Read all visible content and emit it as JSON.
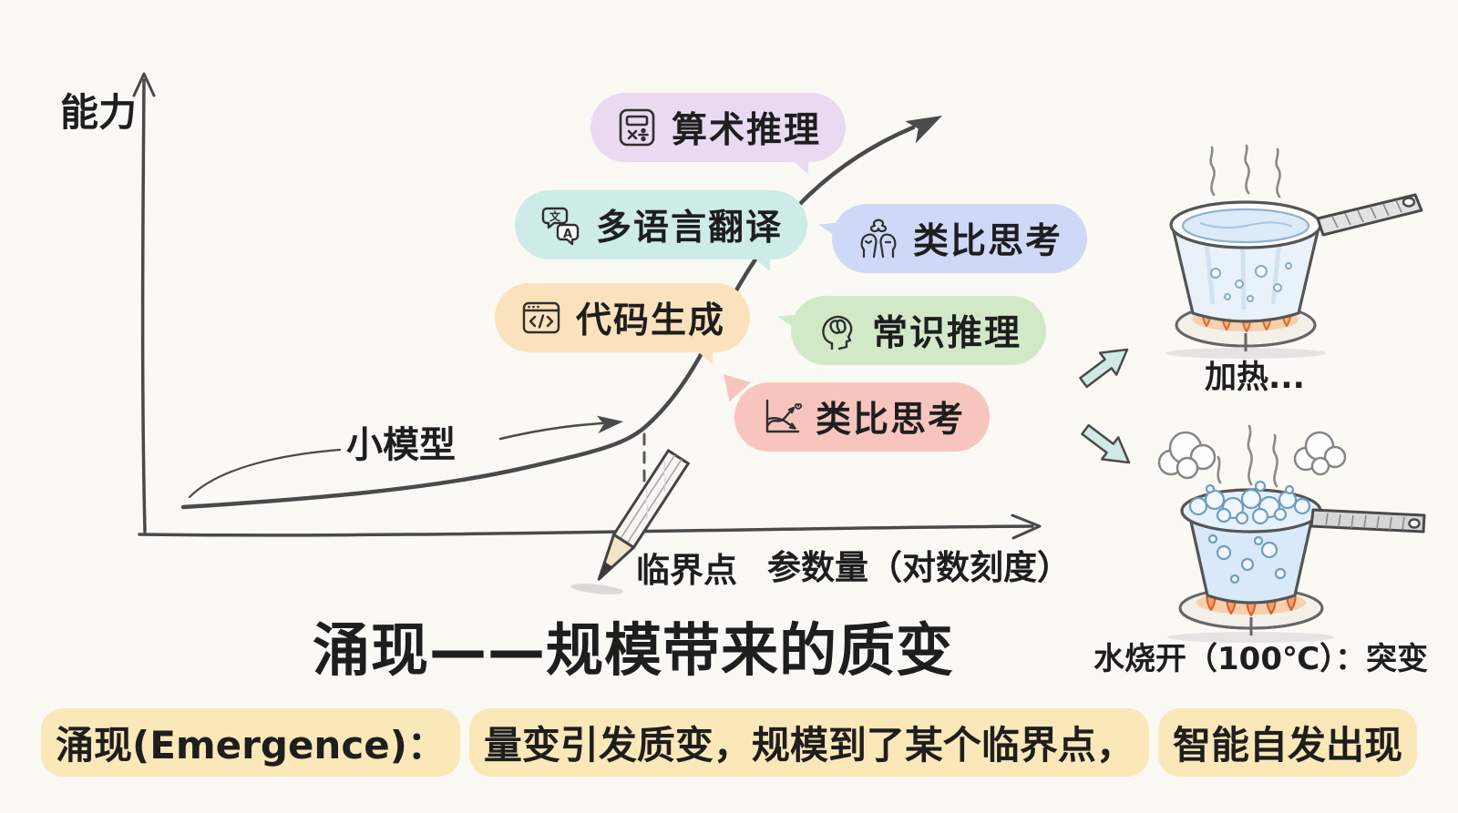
{
  "page": {
    "background": "#fbf9f4",
    "title": "涌现——规模带来的质变"
  },
  "chart": {
    "y_axis_label": "能力",
    "x_axis_label": "参数量（对数刻度）",
    "critical_point_label": "临界点",
    "small_model_label": "小模型",
    "stroke_color": "#4a4a4a",
    "description": "hand-drawn S-curve: capability stays flat for small models, then rises sharply past a critical parameter count (log scale)"
  },
  "bubbles": [
    {
      "label": "算术推理",
      "icon": "calculator-icon",
      "color": "#e9d9f1"
    },
    {
      "label": "多语言翻译",
      "icon": "translate-icon",
      "color": "#cdebe7"
    },
    {
      "label": "代码生成",
      "icon": "code-window-icon",
      "color": "#fae3bc"
    },
    {
      "label": "类比思考",
      "icon": "talking-heads-icon",
      "color": "#cfd9f7"
    },
    {
      "label": "常识推理",
      "icon": "brain-head-icon",
      "color": "#d2e9c8"
    },
    {
      "label": "类比思考",
      "icon": "curve-chart-icon",
      "color": "#f7c5bd"
    }
  ],
  "analogy": {
    "heating_caption": "加热...",
    "boiling_caption": "水烧开（100℃）：突变",
    "arrow_color": "#cfe9e4"
  },
  "footer": {
    "highlight_color": "#fae8b8",
    "segments": {
      "s1": "涌现(Emergence)：",
      "s2": "量变引发质变，规模到了某个临界点，",
      "s3": "智能自发出现"
    }
  }
}
